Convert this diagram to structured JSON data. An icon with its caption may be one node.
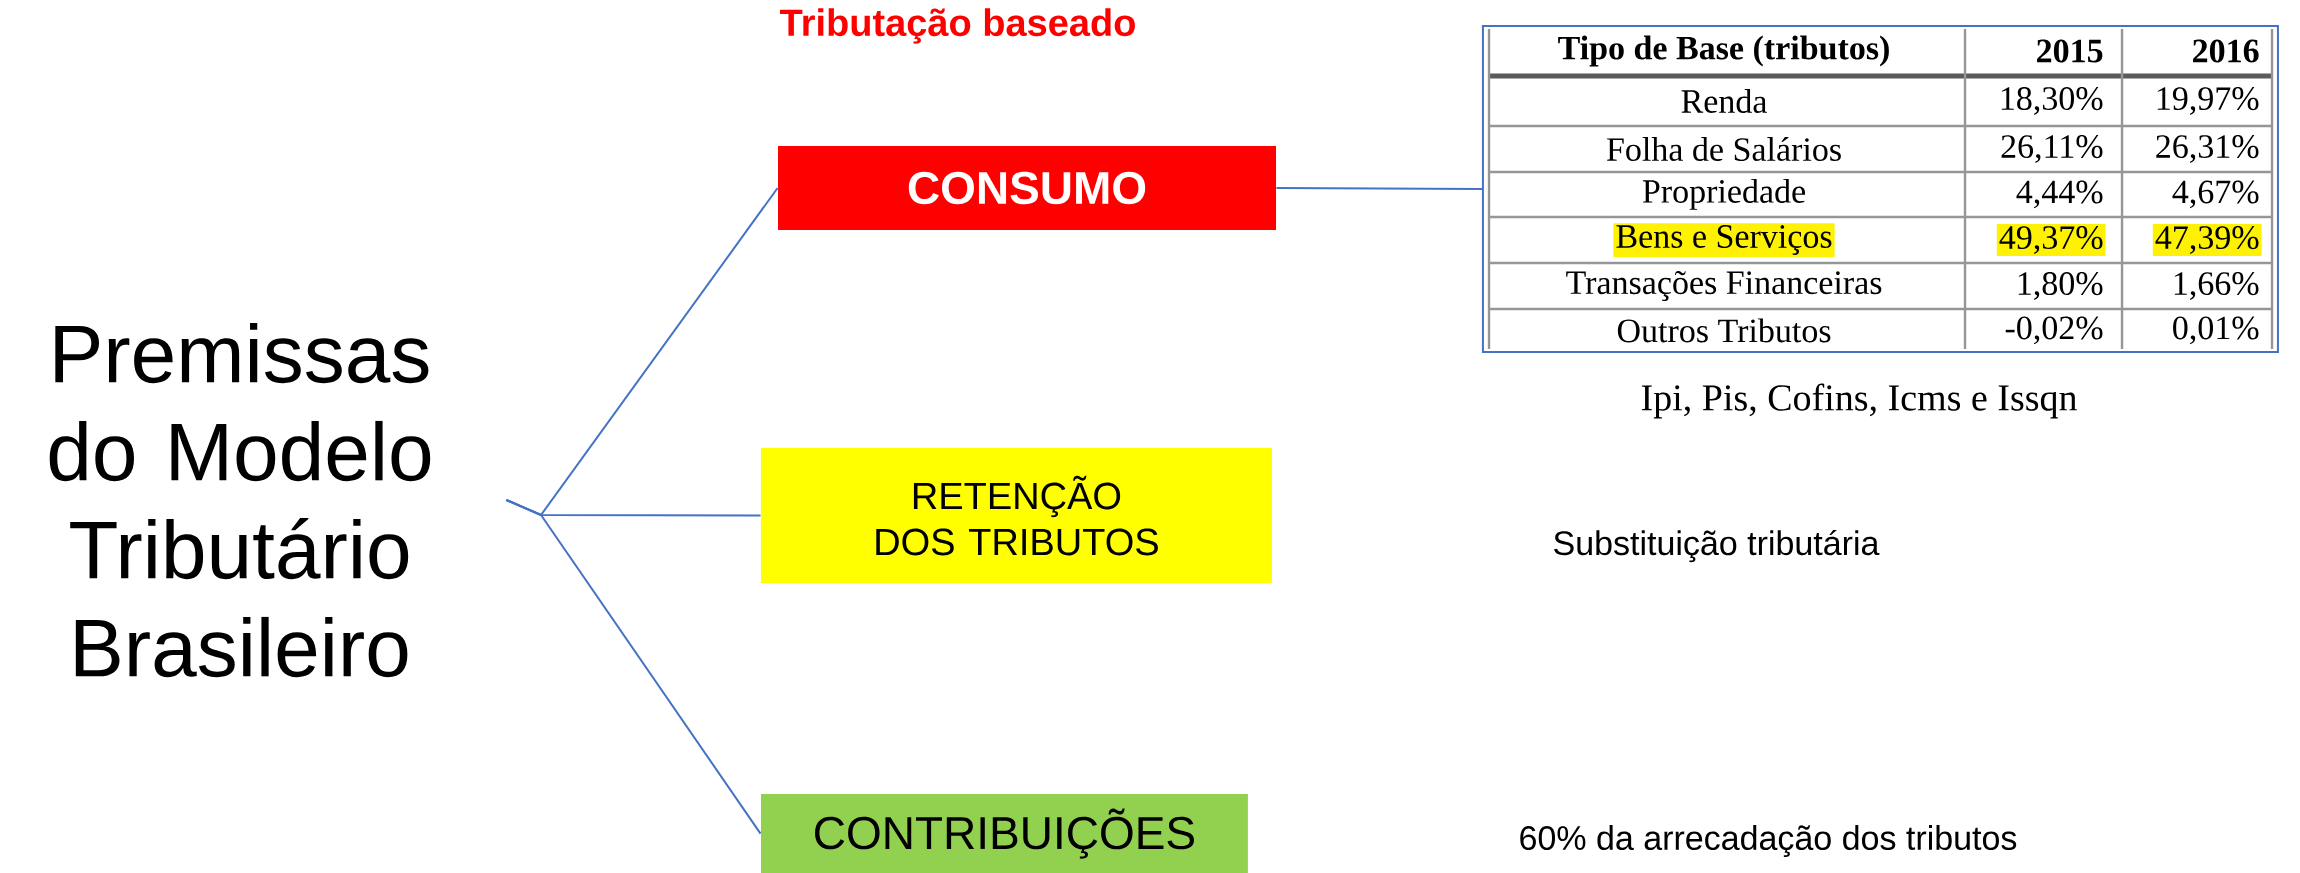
{
  "diagram": {
    "nodes": [
      {
        "text": [
          "Premissas do Modelo Tributário Brasileiro"
        ]
      },
      {
        "text": [
          "CONSUMO"
        ]
      },
      {
        "text": [
          "RETENÇÃO DOS TRIBUTOS"
        ]
      },
      {
        "text": [
          "CONTRIBUIÇÕES"
        ]
      },
      {
        "text": [],
        "shape": "box",
        "beside": [
          "Ipi, Pis, Cofins, Icms e Issqn"
        ]
      }
    ],
    "edges": [
      {
        "from": 0,
        "to": 1,
        "arrow": "none"
      },
      {
        "from": 0,
        "to": 2,
        "arrow": "none"
      },
      {
        "from": 0,
        "to": 3,
        "arrow": "none"
      },
      {
        "from": 1,
        "to": 4,
        "arrow": "none"
      }
    ],
    "labels": [
      "Tributação baseado",
      "Tipo de Base (tributos)",
      "2015",
      "2016",
      "Renda",
      "18,30%",
      "19,97%",
      "Folha de Salários",
      "26,11%",
      "26,31%",
      "Propriedade",
      "4,44%",
      "4,67%",
      "Bens e Serviços",
      "49,37%",
      "47,39%",
      "Transações Financeiras",
      "1,80%",
      "1,66%",
      "Outros Tributos",
      "-0,02%",
      "0,01%",
      "Substituição tributária",
      "60% da arrecadação dos tributos"
    ]
  }
}
